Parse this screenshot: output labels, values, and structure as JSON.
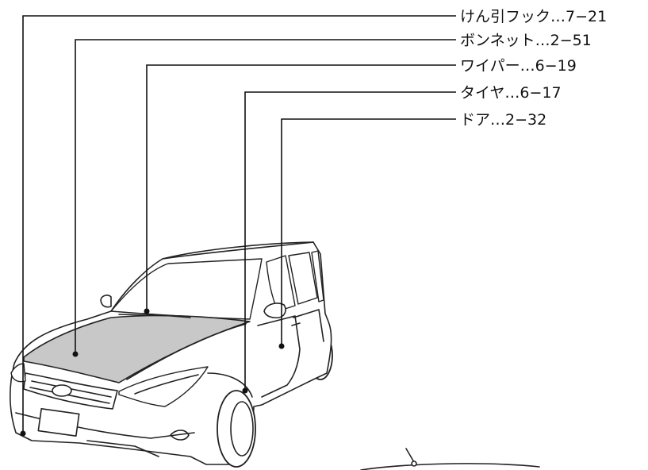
{
  "callouts": [
    {
      "id": "tow-hook",
      "text": "けん引フック…7−21"
    },
    {
      "id": "hood",
      "text": "ボンネット…2−51"
    },
    {
      "id": "wiper",
      "text": "ワイパー…6−19"
    },
    {
      "id": "tire",
      "text": "タイヤ…6−17"
    },
    {
      "id": "door",
      "text": "ドア…2−32"
    }
  ],
  "colors": {
    "line": "#111111",
    "highlight": "#c8c8c8",
    "background": "#ffffff"
  }
}
